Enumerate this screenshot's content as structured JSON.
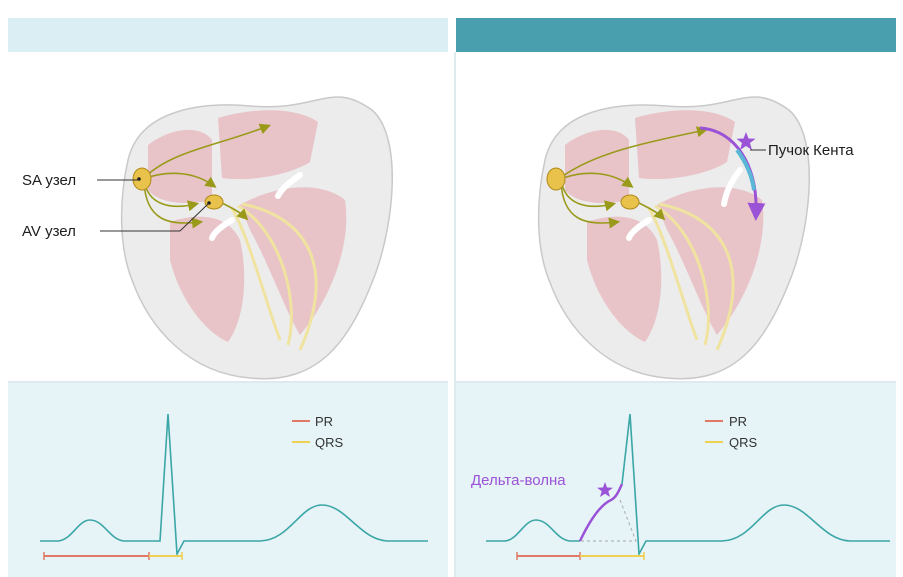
{
  "colors": {
    "header_left": "#daeef3",
    "header_right": "#4a9fae",
    "ecg_bg": "#e6f3f7",
    "ecg_line": "#3aa6a6",
    "pr_color": "#e07a66",
    "qrs_color": "#f0d050",
    "conduction": "#9a9a1a",
    "bypass": "#9a52d6",
    "kent_bundle": "#5ab7d6",
    "myocardium": "#e8c4c8",
    "node": "#e8c24a"
  },
  "left_panel": {
    "sa_label": "SA узел",
    "av_label": "AV узел",
    "legend": {
      "pr": "PR",
      "qrs": "QRS"
    }
  },
  "right_panel": {
    "kent_label": "Пучок Кента",
    "delta_label": "Дельта-волна",
    "legend": {
      "pr": "PR",
      "qrs": "QRS"
    }
  },
  "icons": [
    "star-icon"
  ]
}
